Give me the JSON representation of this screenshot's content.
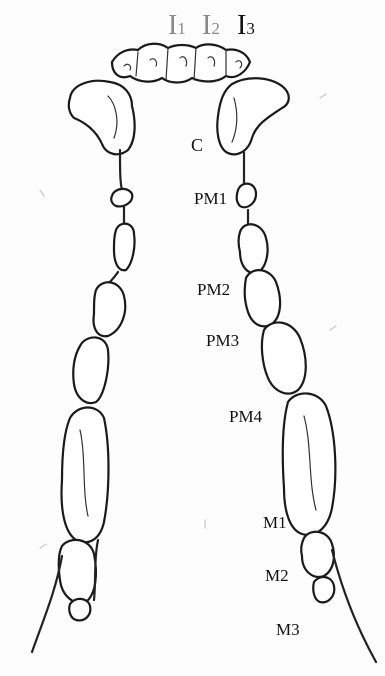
{
  "incisors": [
    {
      "letter": "I",
      "num": "1"
    },
    {
      "letter": "I",
      "num": "2"
    },
    {
      "letter": "I",
      "num": "3"
    }
  ],
  "labels": {
    "canine": "C",
    "pm1": "PM1",
    "pm2": "PM2",
    "pm3": "PM3",
    "pm4": "PM4",
    "m1": "M1",
    "m2": "M2",
    "m3": "M3"
  }
}
